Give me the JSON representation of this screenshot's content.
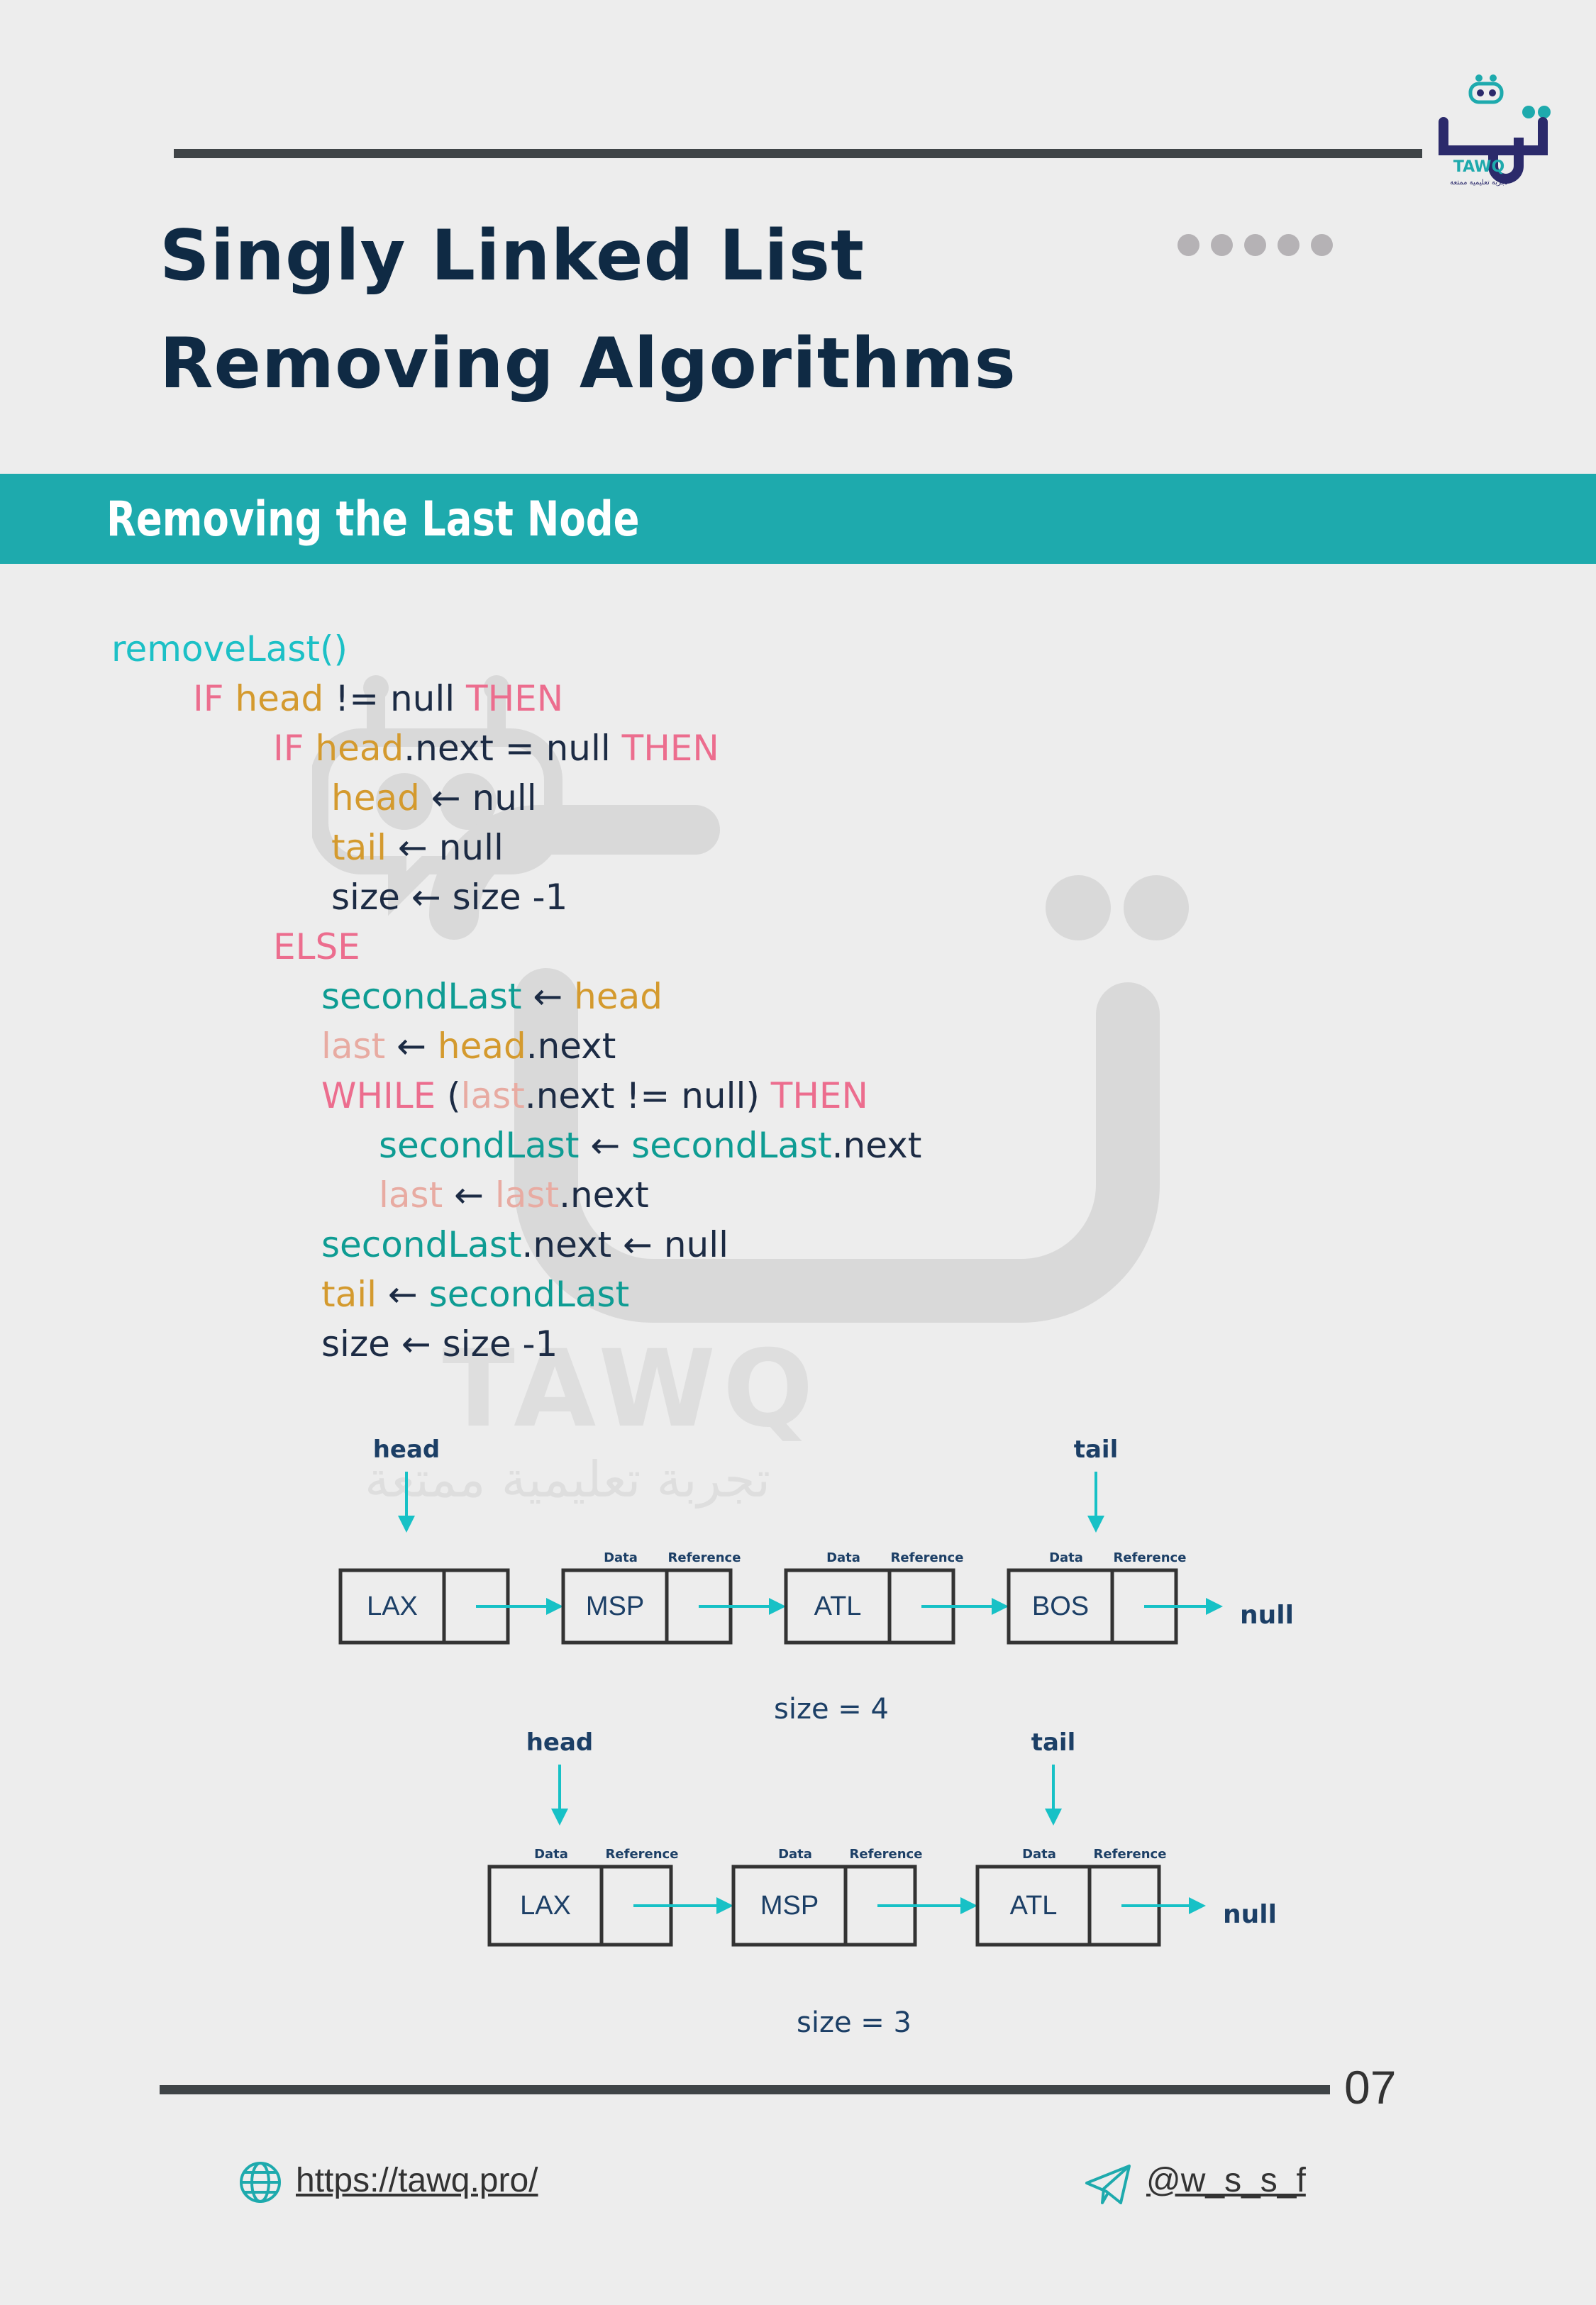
{
  "brand": {
    "logo_text": "TAWQ",
    "logo_tagline": "تجربة تعليمية ممتعة",
    "logo_glyph": "توق",
    "accent": "#1eaaad"
  },
  "header": {
    "title_line1": "Singly Linked List",
    "title_line2": "Removing Algorithms"
  },
  "section": {
    "title": "Removing the Last Node"
  },
  "code": {
    "line1": {
      "fn": "removeLast()"
    },
    "line2": {
      "if": "IF ",
      "head": "head",
      "rest": " != null ",
      "then": "THEN"
    },
    "line3": {
      "if": "IF ",
      "head": "head",
      "rest": ".next = null ",
      "then": "THEN"
    },
    "line4": {
      "head": "head",
      "rest": " ← null"
    },
    "line5": {
      "tail": "tail",
      "rest": " ← null"
    },
    "line6": {
      "rest": "size ← size -1"
    },
    "line7": {
      "else": "ELSE"
    },
    "line8": {
      "second": "secondLast",
      "arrow": " ← ",
      "head": "head"
    },
    "line9": {
      "last": "last",
      "arrow": " ← ",
      "head": "head",
      "rest": ".next"
    },
    "line10": {
      "while": "WHILE",
      "paren": " (",
      "last": "last",
      "rest": ".next != null) ",
      "then": "THEN"
    },
    "line11": {
      "second": "secondLast",
      "arrow": " ← ",
      "second2": "secondLast",
      "rest": ".next"
    },
    "line12": {
      "last": "last",
      "arrow": " ← ",
      "last2": "last",
      "rest": ".next"
    },
    "line13": {
      "second": "secondLast",
      "rest": ".next ← null"
    },
    "line14": {
      "tail": "tail",
      "arrow": " ← ",
      "second": "secondLast"
    },
    "line15": {
      "rest": "size ← size -1"
    }
  },
  "diagram": {
    "before": {
      "nodes": [
        "LAX",
        "MSP",
        "ATL",
        "BOS"
      ],
      "head_label": "head",
      "tail_label": "tail",
      "null_label": "null",
      "size_label": "size = 4"
    },
    "after": {
      "nodes": [
        "LAX",
        "MSP",
        "ATL"
      ],
      "head_label": "head",
      "tail_label": "tail",
      "null_label": "null",
      "size_label": "size = 3"
    },
    "data_label": "Data",
    "ref_label": "Reference"
  },
  "footer": {
    "page_number": "07",
    "url": "https://tawq.pro/",
    "handle": "@w_s_s_f"
  }
}
